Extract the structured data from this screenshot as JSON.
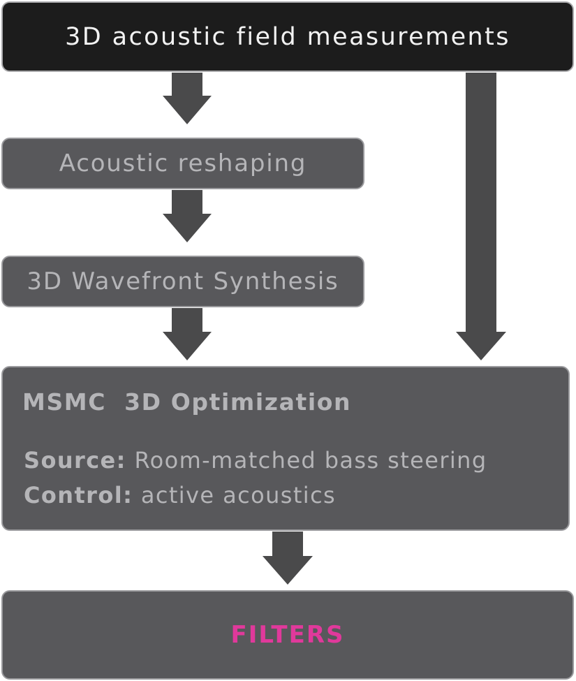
{
  "nodes": {
    "measurements": "3D acoustic field measurements",
    "reshaping": "Acoustic reshaping",
    "wavefront": "3D Wavefront Synthesis",
    "optimization": {
      "title_part1": "MSMC",
      "title_part2": "3D Optimization",
      "source_label": "Source:",
      "source_value": "Room-matched bass steering",
      "control_label": "Control:",
      "control_value": "active acoustics"
    },
    "filters": "FILTERS"
  },
  "colors": {
    "top_box": "#1c1c1c",
    "box_fill": "#58585b",
    "arrow": "#4a4a4b",
    "text_light": "#b5b5b8",
    "text_white": "#f2f2f2",
    "filters_text": "#e0399b"
  }
}
